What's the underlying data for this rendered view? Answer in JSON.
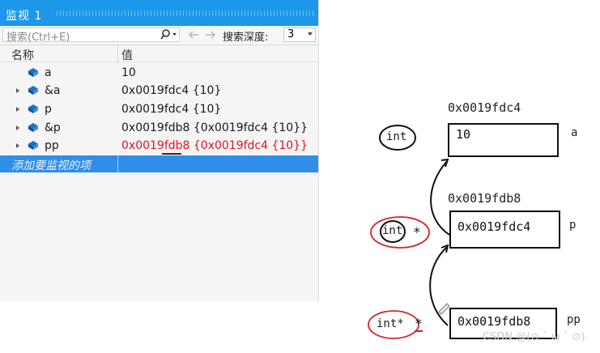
{
  "watch": {
    "title": "监视 1",
    "search_placeholder": "搜索(Ctrl+E)",
    "depth_label": "搜索深度:",
    "depth_value": "3",
    "columns": {
      "name": "名称",
      "value": "值"
    },
    "rows": [
      {
        "name": "a",
        "value": "10",
        "expandable": false,
        "changed": false
      },
      {
        "name": "&a",
        "value": "0x0019fdc4 {10}",
        "expandable": true,
        "changed": false
      },
      {
        "name": "p",
        "value": "0x0019fdc4 {10}",
        "expandable": true,
        "changed": false
      },
      {
        "name": "&p",
        "value": "0x0019fdb8 {0x0019fdc4 {10}}",
        "expandable": true,
        "changed": false
      },
      {
        "name": "pp",
        "value": "0x0019fdb8 {0x0019fdc4 {10}}",
        "expandable": true,
        "changed": true
      }
    ],
    "add_item_placeholder": "添加要监视的项",
    "colors": {
      "title_bar": "#1c97ea",
      "selection": "#2f8ee8",
      "changed_value": "#e81123"
    }
  },
  "diagram": {
    "addr_a": "0x0019fdc4",
    "val_a": "10",
    "var_a": "a",
    "type_a": "int",
    "addr_p": "0x0019fdb8",
    "val_p": "0x0019fdc4",
    "var_p": "p",
    "type_p": "int",
    "star_p": "*",
    "val_pp": "0x0019fdb8",
    "var_pp": "pp",
    "type_pp": "int*",
    "star_pp": "*",
    "annotation_color": "#d9202a"
  },
  "watermark": "CSDN @(⊙ ` ω ` ⊙)"
}
